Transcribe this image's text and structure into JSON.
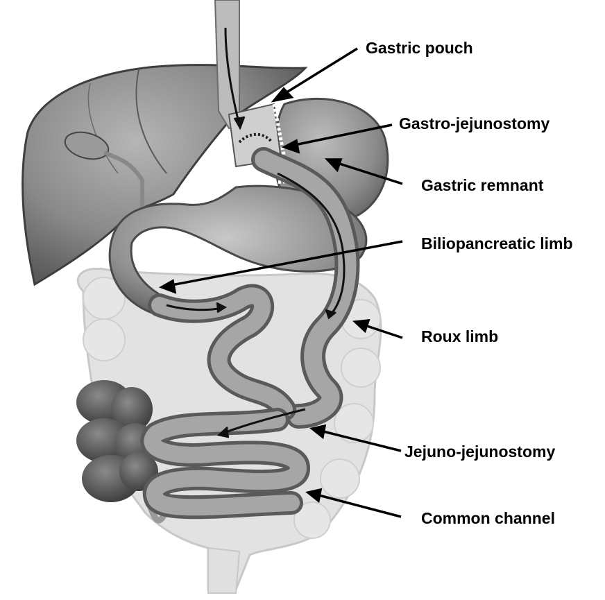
{
  "labels": {
    "gastric_pouch": "Gastric pouch",
    "gastro_jejunostomy": "Gastro-jejunostomy",
    "gastric_remnant": "Gastric remnant",
    "biliopancreatic_limb": "Biliopancreatic limb",
    "roux_limb": "Roux limb",
    "jejuno_jejunostomy": "Jejuno-jejunostomy",
    "common_channel": "Common channel"
  }
}
